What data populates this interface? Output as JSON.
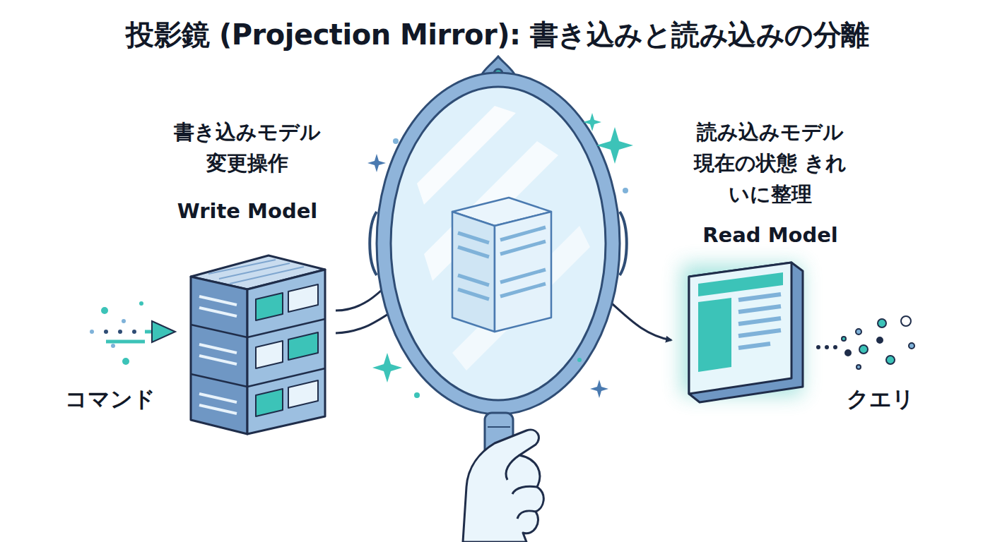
{
  "diagram": {
    "title": "投影鏡 (Projection Mirror): 書き込みと読み込みの分離",
    "nodes": [
      {
        "text": [
          "書き込みモデル 変更操作",
          "Write Model"
        ]
      },
      {
        "text": [
          "読み込みモデル 現在の状態 きれいに整理",
          "Read Model"
        ]
      }
    ],
    "labels": [
      "コマンド",
      "クエリ"
    ]
  }
}
